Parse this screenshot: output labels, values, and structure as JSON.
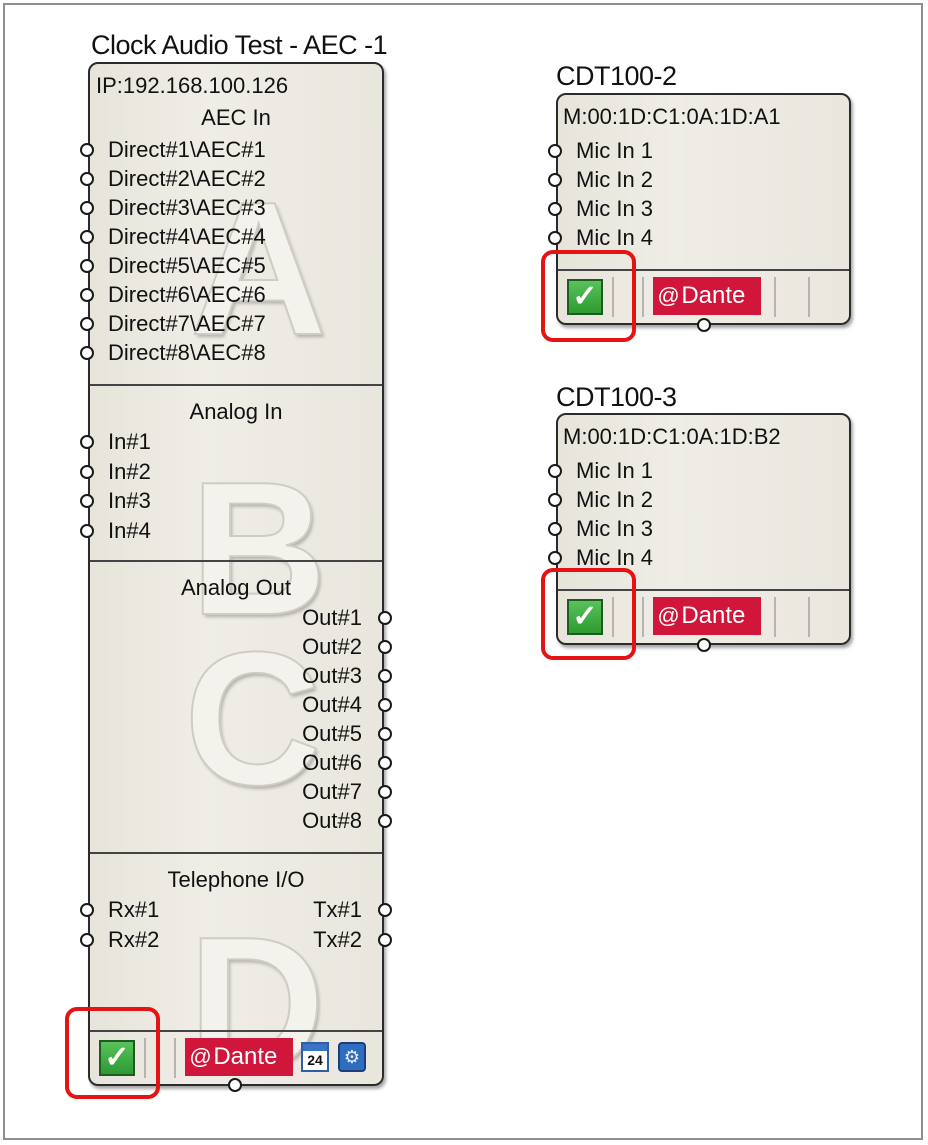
{
  "aec_device": {
    "title": "Clock Audio Test - AEC -1",
    "ip": "IP:192.168.100.126",
    "sections": {
      "aec_in": {
        "header": "AEC In",
        "letter": "A",
        "ports": [
          "Direct#1\\AEC#1",
          "Direct#2\\AEC#2",
          "Direct#3\\AEC#3",
          "Direct#4\\AEC#4",
          "Direct#5\\AEC#5",
          "Direct#6\\AEC#6",
          "Direct#7\\AEC#7",
          "Direct#8\\AEC#8"
        ]
      },
      "analog_in": {
        "header": "Analog In",
        "letter": "B",
        "ports": [
          "In#1",
          "In#2",
          "In#3",
          "In#4"
        ]
      },
      "analog_out": {
        "header": "Analog Out",
        "letter": "C",
        "ports": [
          "Out#1",
          "Out#2",
          "Out#3",
          "Out#4",
          "Out#5",
          "Out#6",
          "Out#7",
          "Out#8"
        ]
      },
      "telephone": {
        "header": "Telephone I/O",
        "letter": "D",
        "inputs": [
          "Rx#1",
          "Rx#2"
        ],
        "outputs": [
          "Tx#1",
          "Tx#2"
        ]
      }
    },
    "footer": {
      "enabled": true,
      "dante_label": "Dante",
      "calendar_day": "24",
      "icons": [
        "check-icon",
        "dante-logo",
        "calendar-icon",
        "settings-icon"
      ]
    }
  },
  "cdt_devices": [
    {
      "title": "CDT100-2",
      "mac": "M:00:1D:C1:0A:1D:A1",
      "ports": [
        "Mic In 1",
        "Mic In 2",
        "Mic In 3",
        "Mic In 4"
      ],
      "enabled": true,
      "dante_label": "Dante"
    },
    {
      "title": "CDT100-3",
      "mac": "M:00:1D:C1:0A:1D:B2",
      "ports": [
        "Mic In 1",
        "Mic In 2",
        "Mic In 3",
        "Mic In 4"
      ],
      "enabled": true,
      "dante_label": "Dante"
    }
  ],
  "colors": {
    "highlight": "#e41414",
    "dante": "#d0163a",
    "check": "#3aa83c",
    "block_bg": "#ebe8e0"
  }
}
